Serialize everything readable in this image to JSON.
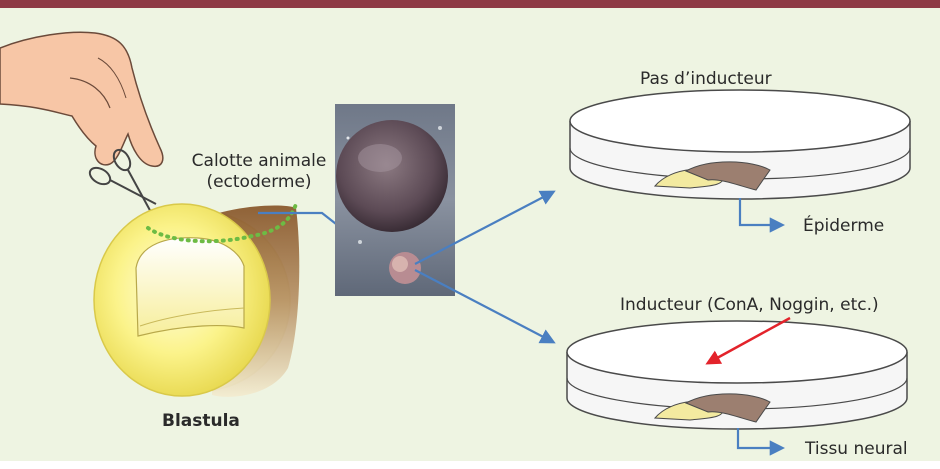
{
  "labels": {
    "calotte_line1": "Calotte animale",
    "calotte_line2": "(ectoderme)",
    "blastula": "Blastula",
    "no_inducer": "Pas d’inducteur",
    "epidermis": "Épiderme",
    "inducer": "Inducteur (ConA, Noggin, etc.)",
    "neural_tissue": "Tissu neural"
  },
  "colors": {
    "top_border": "#8e3a45",
    "background": "#eef4e2",
    "arrow": "#4a7fc1",
    "inducer_arrow": "#e3232b",
    "dotted_cut": "#6dbb44"
  },
  "icons": [
    "hand-with-scissors-icon",
    "photo-of-explant",
    "petri-dish-icon"
  ]
}
